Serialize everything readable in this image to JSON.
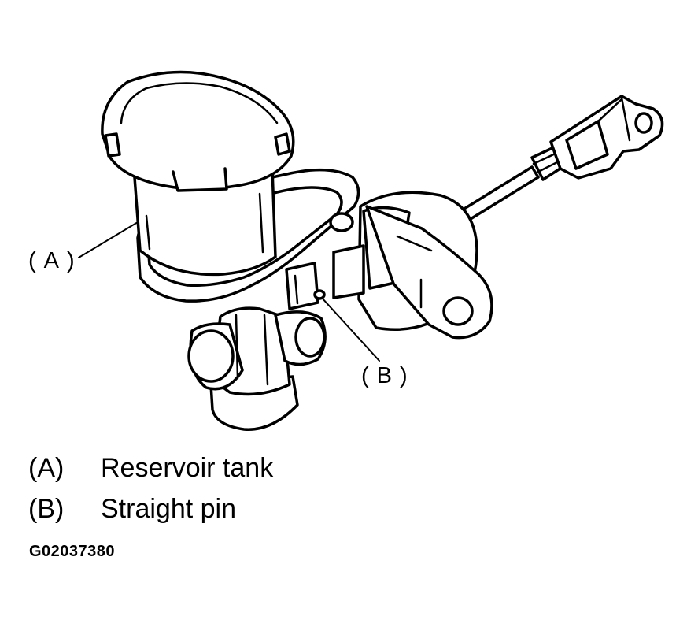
{
  "callouts": {
    "a": "(A)",
    "b": "(B)"
  },
  "legend": [
    {
      "key": "(A)",
      "description": "Reservoir tank"
    },
    {
      "key": "(B)",
      "description": "Straight pin"
    }
  ],
  "figure_code": "G02037380",
  "colors": {
    "ink": "#000000",
    "paper": "#ffffff"
  }
}
